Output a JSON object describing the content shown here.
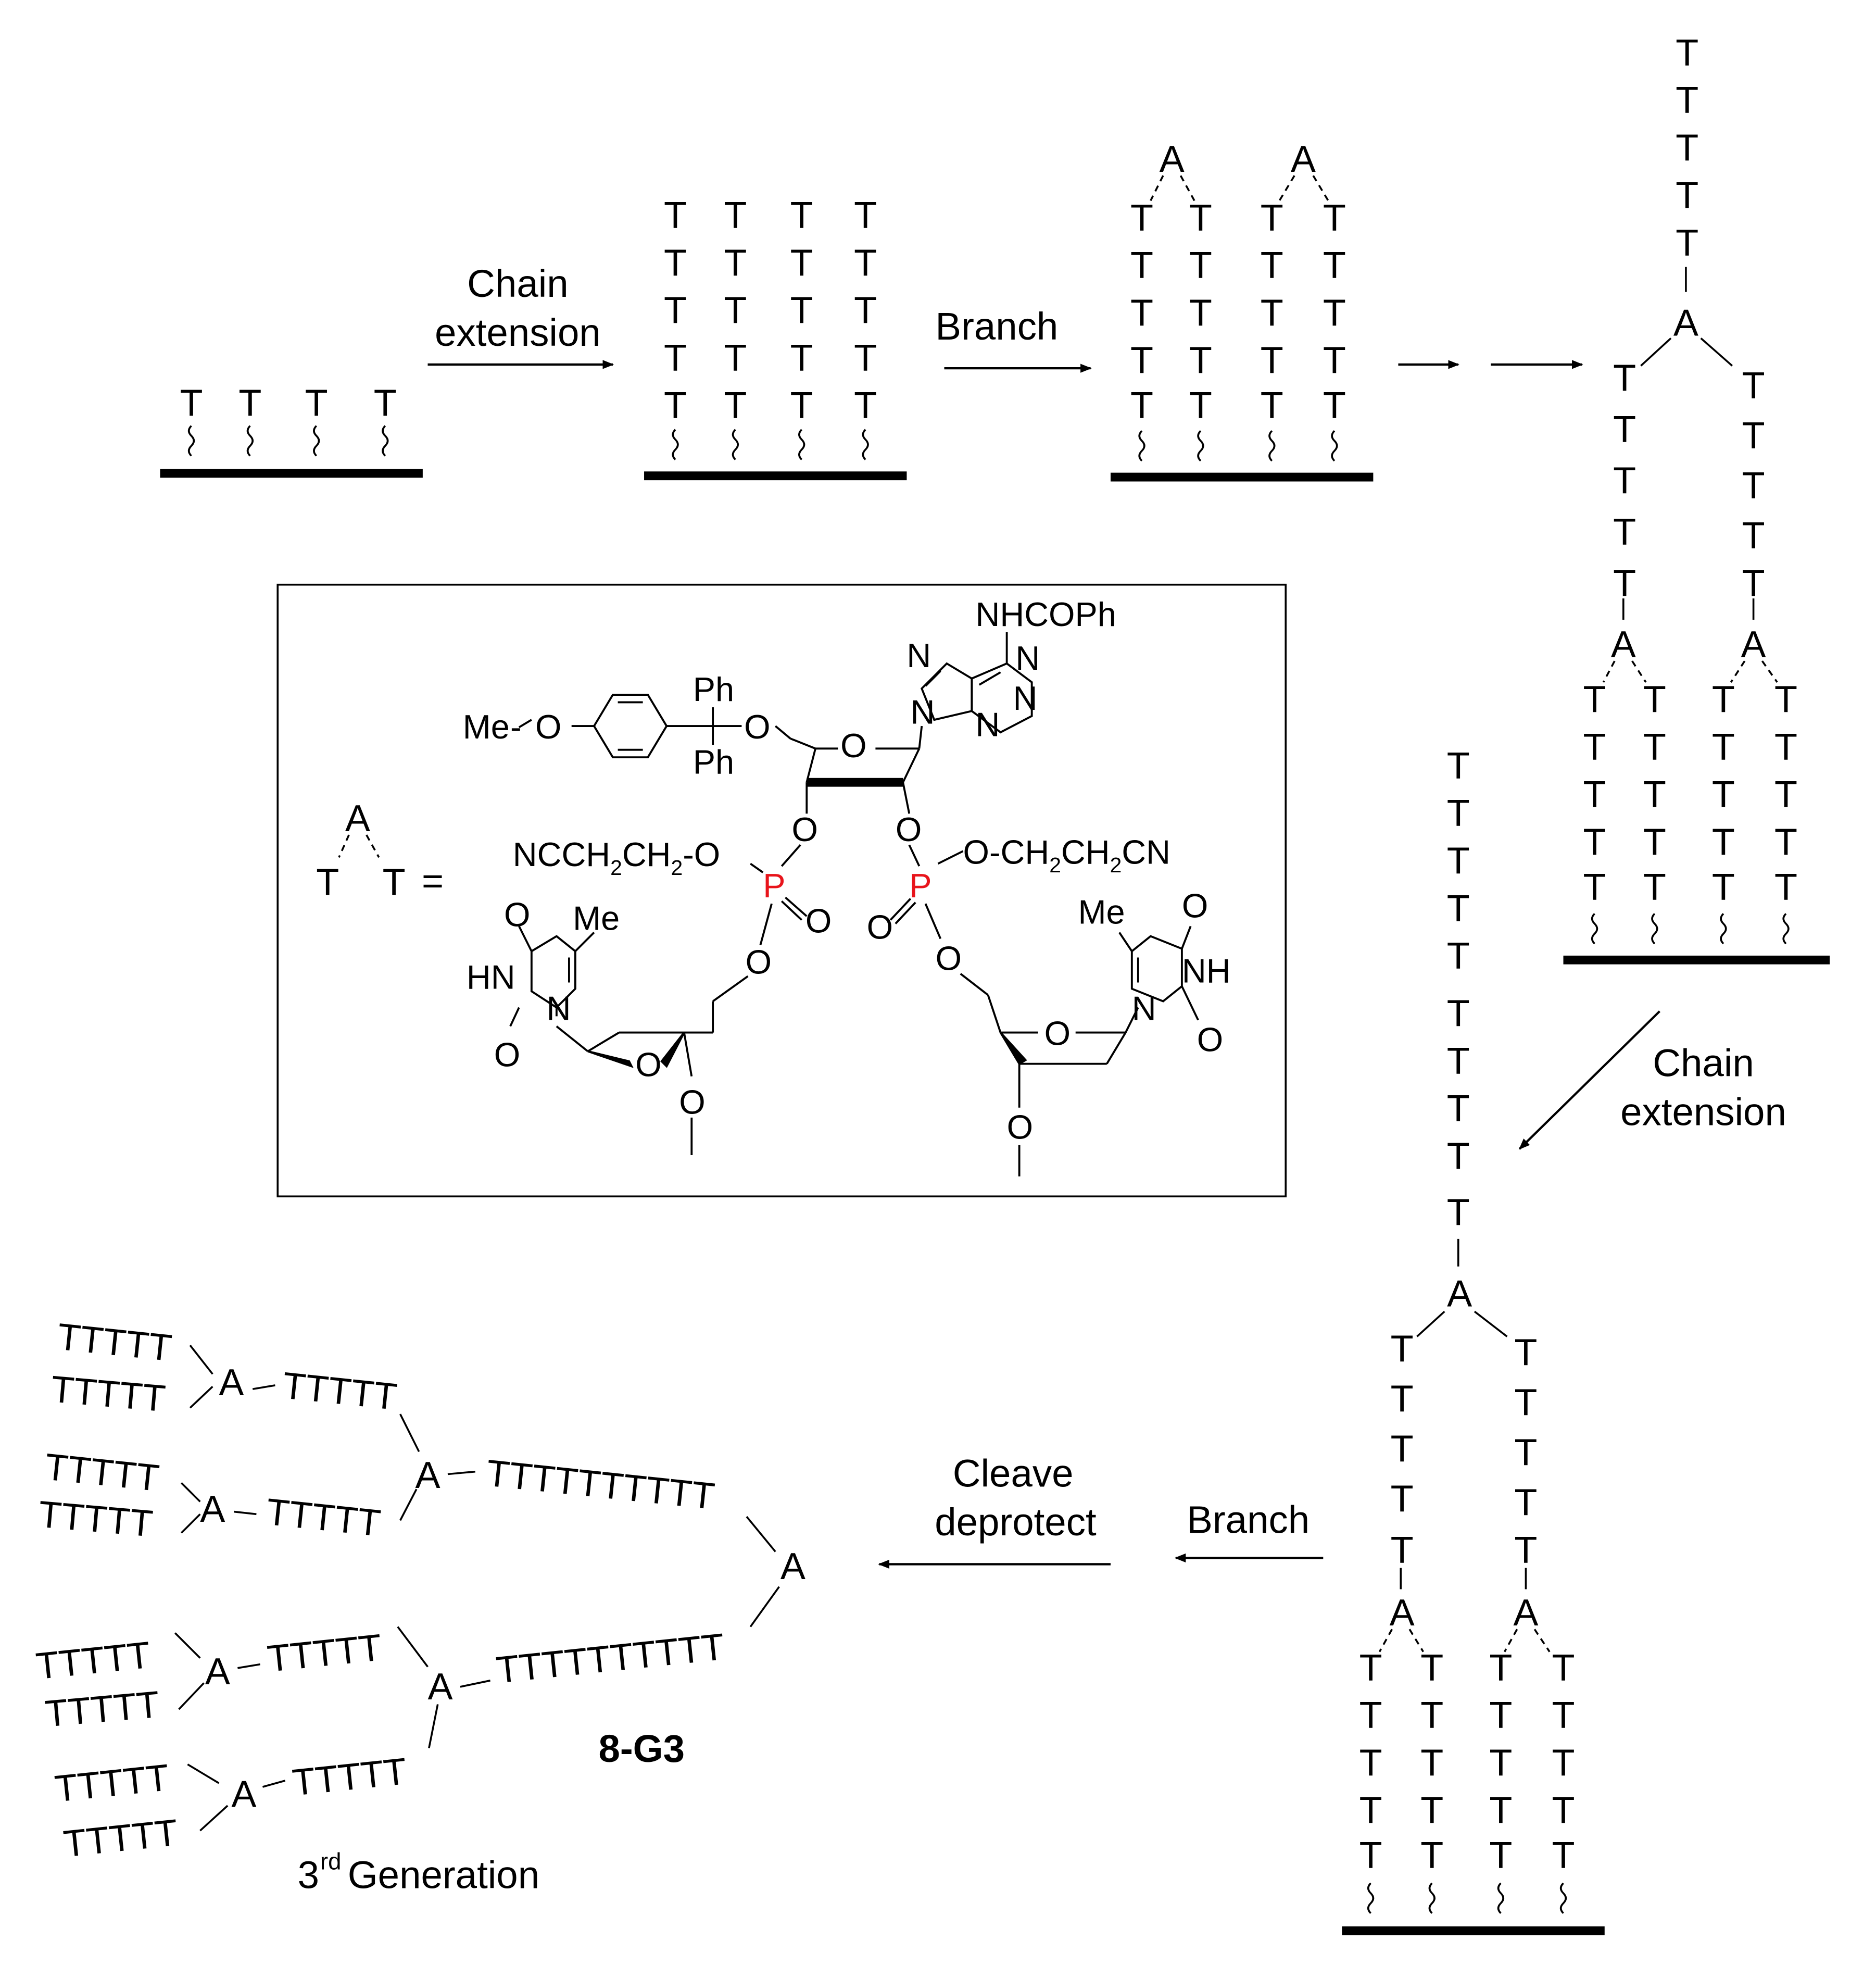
{
  "labels": {
    "T": "T",
    "A": "A",
    "equals": "=",
    "step1_line1": "Chain",
    "step1_line2": "extension",
    "step2": "Branch",
    "step3_line1": "Chain",
    "step3_line2": "extension",
    "step4": "Branch",
    "step5_line1": "Cleave",
    "step5_line2": "deprotect",
    "compound_id": "8-G3",
    "generation_num": "3",
    "generation_sup": "rd",
    "generation_word": " Generation",
    "tttttt": "TTTTT",
    "t10": "TTTTTTTTTT"
  },
  "structure": {
    "nhcoph": "NHCOPh",
    "N": "N",
    "O": "O",
    "Ph": "Ph",
    "MeO_prefix": "Me",
    "cyanoethyl_left_prefix": "NCCH",
    "cyanoethyl_left_mid": "CH",
    "cyanoethyl_left_suffix": "-O",
    "cyanoethyl_right_prefix": "O-CH",
    "cyanoethyl_right_mid": "CH",
    "cyanoethyl_right_suffix": "CN",
    "sub2": "2",
    "P": "P",
    "Me": "Me",
    "HN": "HN",
    "NH": "NH"
  },
  "colors": {
    "phosphorus": "#e8141b",
    "ink": "#000000"
  }
}
